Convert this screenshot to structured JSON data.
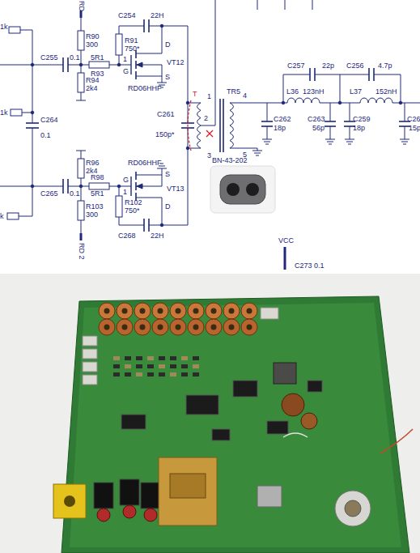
{
  "diagram": {
    "labels": [
      "RD",
      "1k",
      "C254",
      "22H",
      "R91",
      "750*",
      "D",
      "R90",
      "300",
      "C255",
      "0.1",
      "R93",
      "5R1",
      "1",
      "VT12",
      "G",
      "S",
      "R94",
      "2k4",
      "RD06HHF",
      "1k",
      "C264",
      "0.1",
      "C261",
      "150p*",
      "T",
      "1",
      "2",
      "3",
      "4",
      "5",
      "TR5",
      "BN-43-202",
      "C257",
      "22p",
      "C256",
      "4.7p",
      "L36",
      "123nH",
      "L37",
      "152nH",
      "C262",
      "18p",
      "C263",
      "56p",
      "C259",
      "18p",
      "C26",
      "15p",
      "R96",
      "2k4",
      "C265",
      "0.1",
      "R98",
      "5R1",
      "S",
      "VT13",
      "RD06HHF",
      "G",
      "1",
      "R102",
      "750*",
      "D",
      "R103",
      "300",
      "C268",
      "22H",
      "RD 2",
      "k",
      "VCC",
      "C273 0.1"
    ]
  }
}
